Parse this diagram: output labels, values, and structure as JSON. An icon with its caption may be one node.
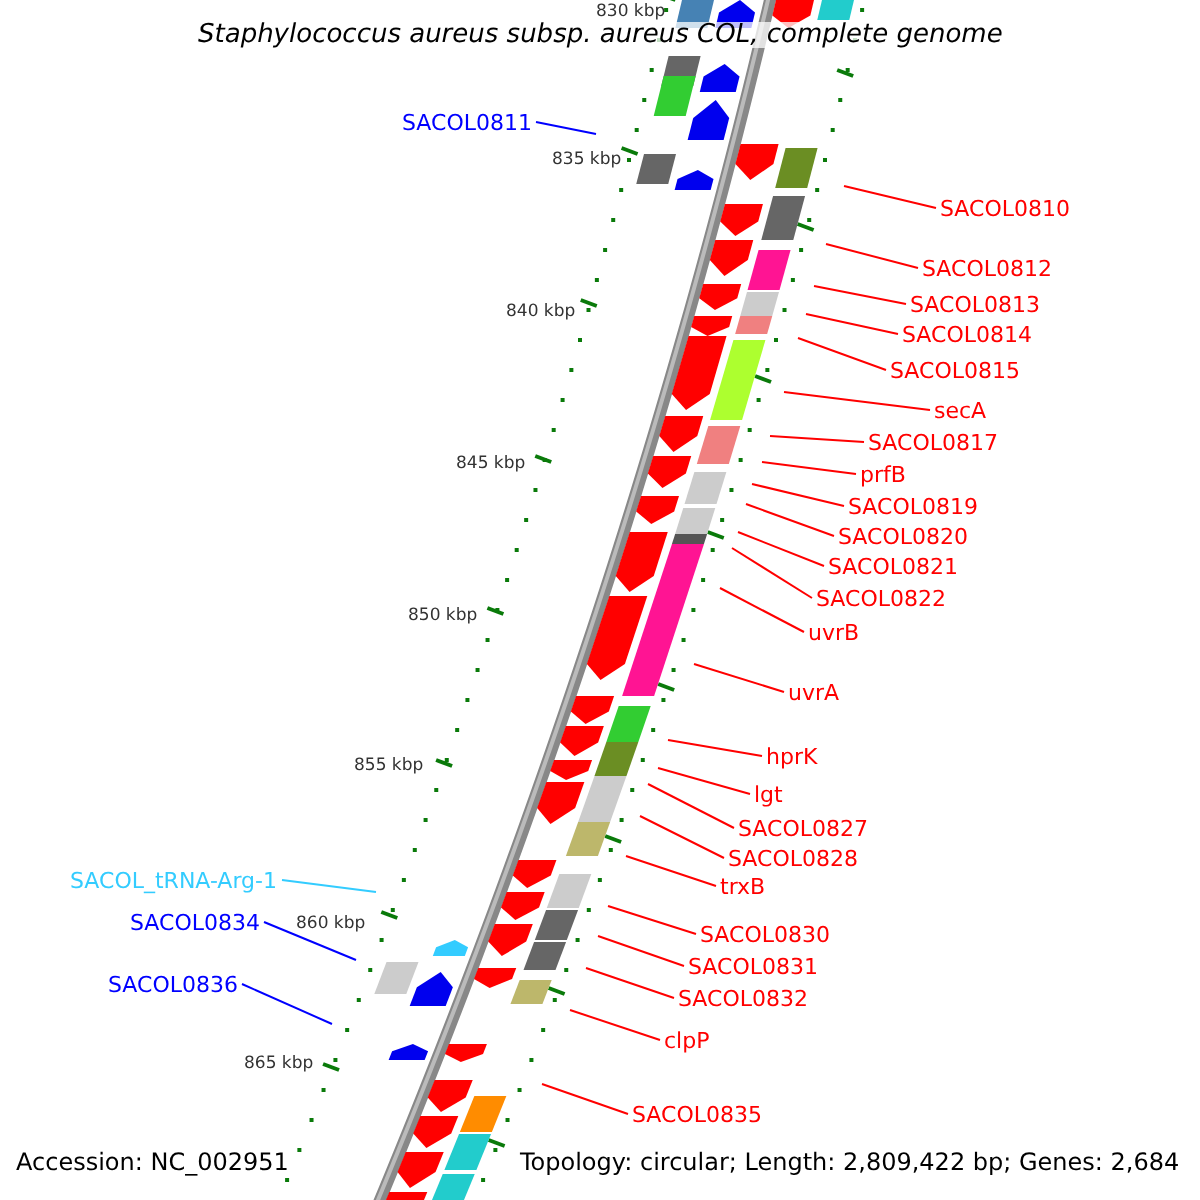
{
  "diagram": {
    "title": "Staphylococcus aureus subsp. aureus COL, complete genome",
    "nodes": [
      {
        "text": [
          "SACOL0811"
        ]
      },
      {
        "text": [
          "SACOL0810"
        ]
      },
      {
        "text": [
          "SACOL0812"
        ]
      },
      {
        "text": [
          "SACOL0813"
        ]
      },
      {
        "text": [
          "SACOL0814"
        ]
      },
      {
        "text": [
          "SACOL0815"
        ]
      },
      {
        "text": [
          "secA"
        ]
      },
      {
        "text": [
          "SACOL0817"
        ]
      },
      {
        "text": [
          "prfB"
        ]
      },
      {
        "text": [
          "SACOL0819"
        ]
      },
      {
        "text": [
          "SACOL0820"
        ]
      },
      {
        "text": [
          "SACOL0821"
        ]
      },
      {
        "text": [
          "SACOL0822"
        ]
      },
      {
        "text": [
          "uvrB"
        ]
      },
      {
        "text": [
          "uvrA"
        ]
      },
      {
        "text": [
          "hprK"
        ]
      },
      {
        "text": [
          "lgt"
        ]
      },
      {
        "text": [
          "SACOL0827"
        ]
      },
      {
        "text": [
          "SACOL0828"
        ]
      },
      {
        "text": [
          "SACOL_tRNA-Arg-1"
        ]
      },
      {
        "text": [
          "trxB"
        ]
      },
      {
        "text": [
          "SACOL0834"
        ]
      },
      {
        "text": [
          "SACOL0830"
        ]
      },
      {
        "text": [
          "SACOL0831"
        ]
      },
      {
        "text": [
          "SACOL0836"
        ]
      },
      {
        "text": [
          "SACOL0832"
        ]
      },
      {
        "text": [
          "clpP"
        ]
      },
      {
        "text": [
          "SACOL0835"
        ]
      }
    ],
    "edges": [
      {
        "from": 0,
        "to": null,
        "arrow": "none",
        "color": "#0000ff"
      },
      {
        "from": 1,
        "to": null,
        "arrow": "none"
      },
      {
        "from": 2,
        "to": null,
        "arrow": "none"
      },
      {
        "from": 3,
        "to": null,
        "arrow": "none"
      },
      {
        "from": 4,
        "to": null,
        "arrow": "none"
      },
      {
        "from": 5,
        "to": null,
        "arrow": "none"
      },
      {
        "from": 6,
        "to": null,
        "arrow": "none"
      },
      {
        "from": 7,
        "to": null,
        "arrow": "none"
      },
      {
        "from": 8,
        "to": null,
        "arrow": "none"
      },
      {
        "from": 9,
        "to": null,
        "arrow": "none"
      },
      {
        "from": 10,
        "to": null,
        "arrow": "none"
      },
      {
        "from": 11,
        "to": null,
        "arrow": "none"
      },
      {
        "from": 12,
        "to": null,
        "arrow": "none"
      },
      {
        "from": 13,
        "to": null,
        "arrow": "none"
      },
      {
        "from": 14,
        "to": null,
        "arrow": "none"
      },
      {
        "from": 15,
        "to": null,
        "arrow": "none"
      },
      {
        "from": 16,
        "to": null,
        "arrow": "none"
      },
      {
        "from": 17,
        "to": null,
        "arrow": "none"
      },
      {
        "from": 18,
        "to": null,
        "arrow": "none"
      },
      {
        "from": 19,
        "to": null,
        "arrow": "none",
        "color": "#33ccff"
      },
      {
        "from": 20,
        "to": null,
        "arrow": "none"
      },
      {
        "from": 21,
        "to": null,
        "arrow": "none",
        "color": "#0000ff"
      },
      {
        "from": 22,
        "to": null,
        "arrow": "none"
      },
      {
        "from": 23,
        "to": null,
        "arrow": "none"
      },
      {
        "from": 24,
        "to": null,
        "arrow": "none",
        "color": "#0000ff"
      },
      {
        "from": 25,
        "to": null,
        "arrow": "none"
      },
      {
        "from": 26,
        "to": null,
        "arrow": "none"
      },
      {
        "from": 27,
        "to": null,
        "arrow": "none"
      }
    ],
    "labels": [
      "830 kbp",
      "835 kbp",
      "840 kbp",
      "845 kbp",
      "850 kbp",
      "855 kbp",
      "860 kbp",
      "865 kbp",
      "Accession: NC_002951",
      "Topology: circular; Length: 2,809,422 bp; Genes: 2,684"
    ]
  }
}
